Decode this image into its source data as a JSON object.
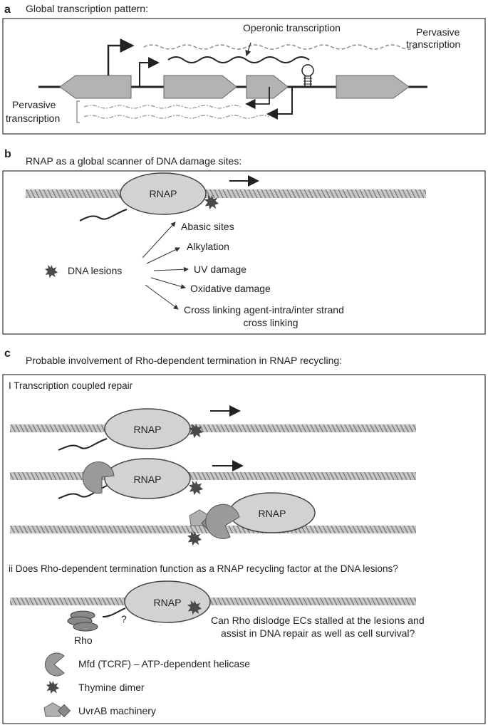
{
  "panel_a": {
    "label": "a",
    "title": "Global transcription pattern:",
    "operonic": "Operonic transcription",
    "pervasive_right_l1": "Pervasive",
    "pervasive_right_l2": "transcription",
    "pervasive_left_l1": "Pervasive",
    "pervasive_left_l2": "transcription"
  },
  "panel_b": {
    "label": "b",
    "title": "RNAP as a global scanner of DNA damage sites:",
    "rnap": "RNAP",
    "lesions_label": "DNA lesions",
    "lesion_types": [
      "Abasic sites",
      "Alkylation",
      "UV damage",
      "Oxidative damage",
      "Cross linking agent-intra/inter strand",
      "cross linking"
    ]
  },
  "panel_c": {
    "label": "c",
    "title": "Probable involvement of Rho-dependent termination in RNAP recycling:",
    "section_i": "I  Transcription coupled repair",
    "rnap": "RNAP",
    "section_ii": "ii Does Rho-dependent termination function as a RNAP recycling factor at the DNA lesions?",
    "question_mark": "?",
    "rho": "Rho",
    "question_l1": "Can Rho dislodge ECs stalled at the lesions and",
    "question_l2": "assist in DNA repair as well as cell survival?",
    "legend": [
      "Mfd (TCRF) – ATP-dependent helicase",
      "Thymine dimer",
      "UvrAB machinery"
    ]
  },
  "colors": {
    "gene": "#b3b3b3",
    "rnap": "#d2d2d2",
    "protein": "#9a9a9a",
    "lesion": "#4a4a4a",
    "dna": "#999999"
  }
}
